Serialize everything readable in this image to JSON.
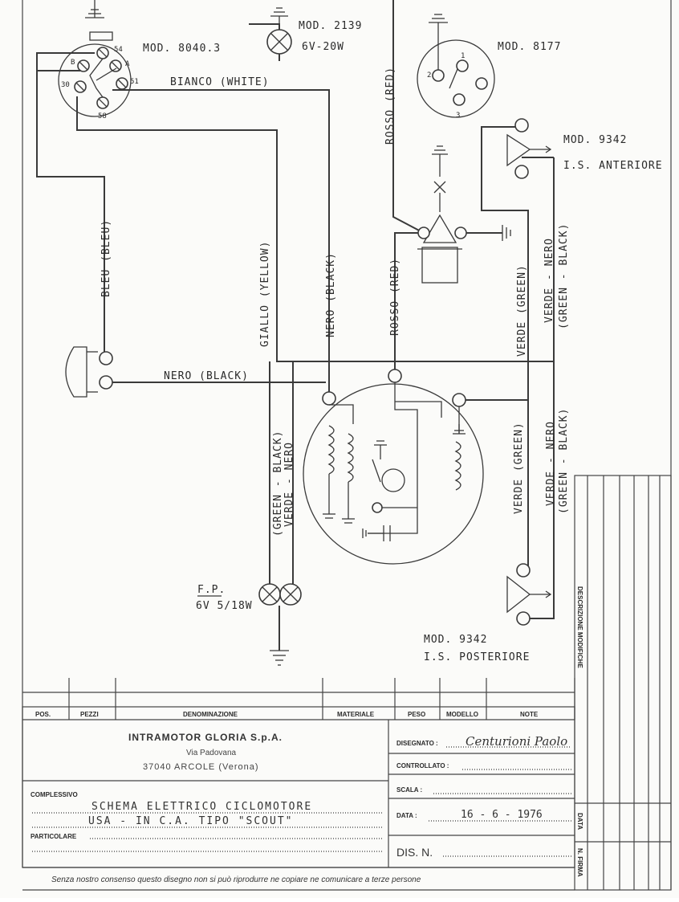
{
  "components": {
    "mod8040": "MOD. 8040.3",
    "mod2139": "MOD. 2139",
    "lamp_rating": "6V-20W",
    "mod8177": "MOD. 8177",
    "mod9342_front": "MOD. 9342",
    "front_indicator": "I.S. ANTERIORE",
    "mod9342_rear": "MOD. 9342",
    "rear_indicator": "I.S. POSTERIORE",
    "fp_label": "F.P.",
    "fp_rating": "6V 5/18W"
  },
  "switch_terminals": {
    "t54": "54",
    "tb": "B",
    "ta": "A",
    "t30": "30",
    "t51": "51",
    "t58": "58"
  },
  "mod8177_terminals": {
    "t1": "1",
    "t2": "2",
    "t3": "3"
  },
  "wires": {
    "bianco": "BIANCO (WHITE)",
    "bleu": "BLEU (BLEU)",
    "giallo": "GIALLO (YELLOW)",
    "nero_vertical": "NERO (BLACK)",
    "rosso_lower": "ROSSO (RED)",
    "rosso_upper": "ROSSO (RED)",
    "verde_upper": "VERDE (GREEN)",
    "verde_nero_upper_1": "VERDE - NERO",
    "verde_nero_upper_2": "(GREEN - BLACK)",
    "nero_horizontal": "NERO (BLACK)",
    "green_black_left_1": "(GREEN - BLACK)",
    "green_black_left_2": "VERDE - NERO",
    "verde_lower": "VERDE (GREEN)",
    "verde_nero_lower_1": "VERDE - NERO",
    "verde_nero_lower_2": "(GREEN - BLACK)"
  },
  "revision_panel": {
    "descrizione": "DESCRIZIONE MODIFICHE",
    "data": "DATA",
    "firma": "N. FIRMA"
  },
  "title_block": {
    "headers": [
      "POS.",
      "PEZZI",
      "DENOMINAZIONE",
      "MATERIALE",
      "PESO",
      "MODELLO",
      "NOTE"
    ],
    "company": "INTRAMOTOR GLORIA S.p.A.",
    "street": "Via Padovana",
    "city": "37040 ARCOLE (Verona)",
    "disegnato_label": "DISEGNATO :",
    "disegnato_value": "Centurioni Paolo",
    "controllato_label": "CONTROLLATO :",
    "scala_label": "SCALA :",
    "data_label": "DATA :",
    "data_value": "16 - 6 - 1976",
    "complessivo_label": "COMPLESSIVO",
    "title_line1": "SCHEMA ELETTRICO CICLOMOTORE",
    "title_line2": "USA - IN C.A. TIPO \"SCOUT\"",
    "particolare_label": "PARTICOLARE",
    "dis_label": "DIS. N.",
    "footer": "Senza nostro consenso questo disegno non si può riprodurre ne copiare ne comunicare a terze persone"
  }
}
